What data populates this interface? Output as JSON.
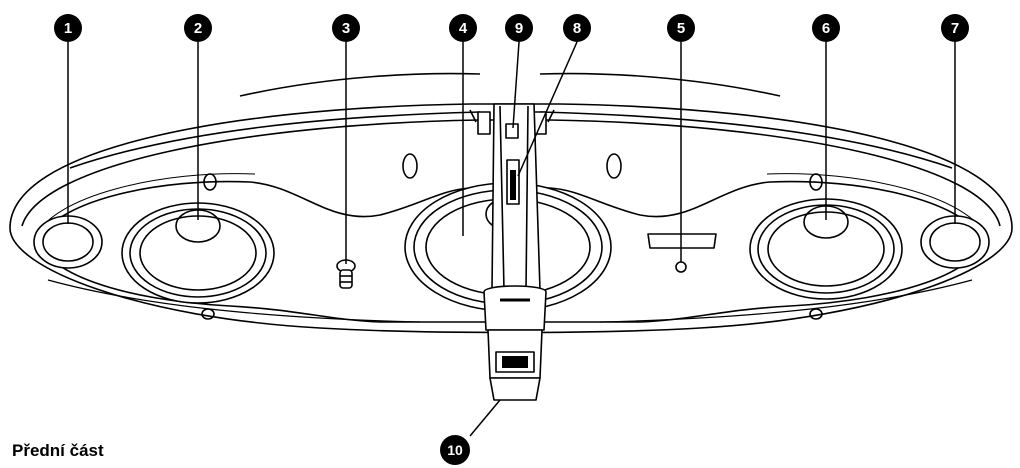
{
  "caption": "Přední část",
  "callouts": [
    {
      "number": "1"
    },
    {
      "number": "2"
    },
    {
      "number": "3"
    },
    {
      "number": "4"
    },
    {
      "number": "5"
    },
    {
      "number": "6"
    },
    {
      "number": "7"
    },
    {
      "number": "8"
    },
    {
      "number": "9"
    },
    {
      "number": "10"
    }
  ],
  "colors": {
    "line": "#000000",
    "fill": "#ffffff",
    "badge": "#000000"
  }
}
